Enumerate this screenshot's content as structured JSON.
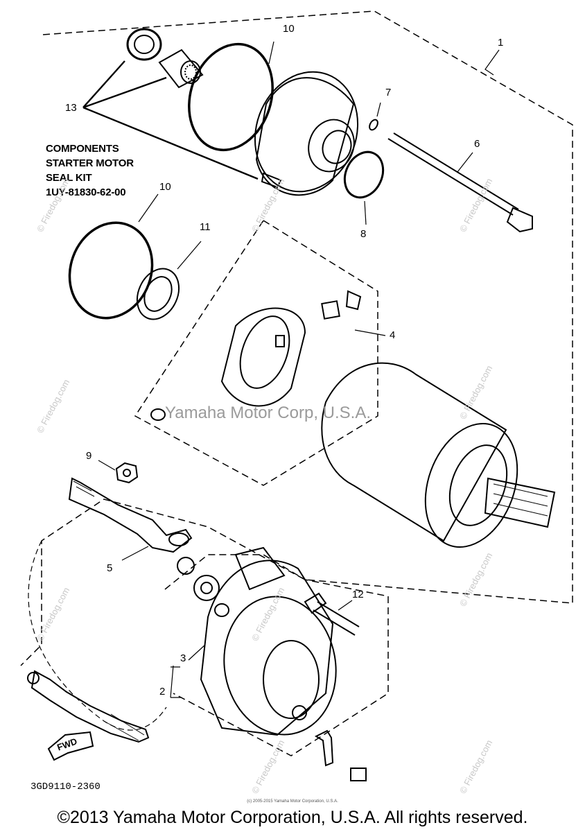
{
  "diagram": {
    "callouts": [
      "1",
      "2",
      "3",
      "4",
      "5",
      "6",
      "7",
      "8",
      "9",
      "10",
      "10",
      "11",
      "12",
      "13"
    ],
    "kit_note": [
      "COMPONENTS",
      "STARTER MOTOR",
      "SEAL KIT",
      "1UY-81830-62-00"
    ],
    "fwd_label": "FWD",
    "drawing_code": "3GD9110-2360",
    "center_watermark": "Yamaha Motor Corp, U.S.A.",
    "side_watermark": "© Firedog.com"
  },
  "footer": {
    "fine_print": "(c) 2005-2015 Yamaha Motor Corporation, U.S.A.",
    "copyright": "©2013 Yamaha Motor Corporation, U.S.A. All rights reserved."
  }
}
